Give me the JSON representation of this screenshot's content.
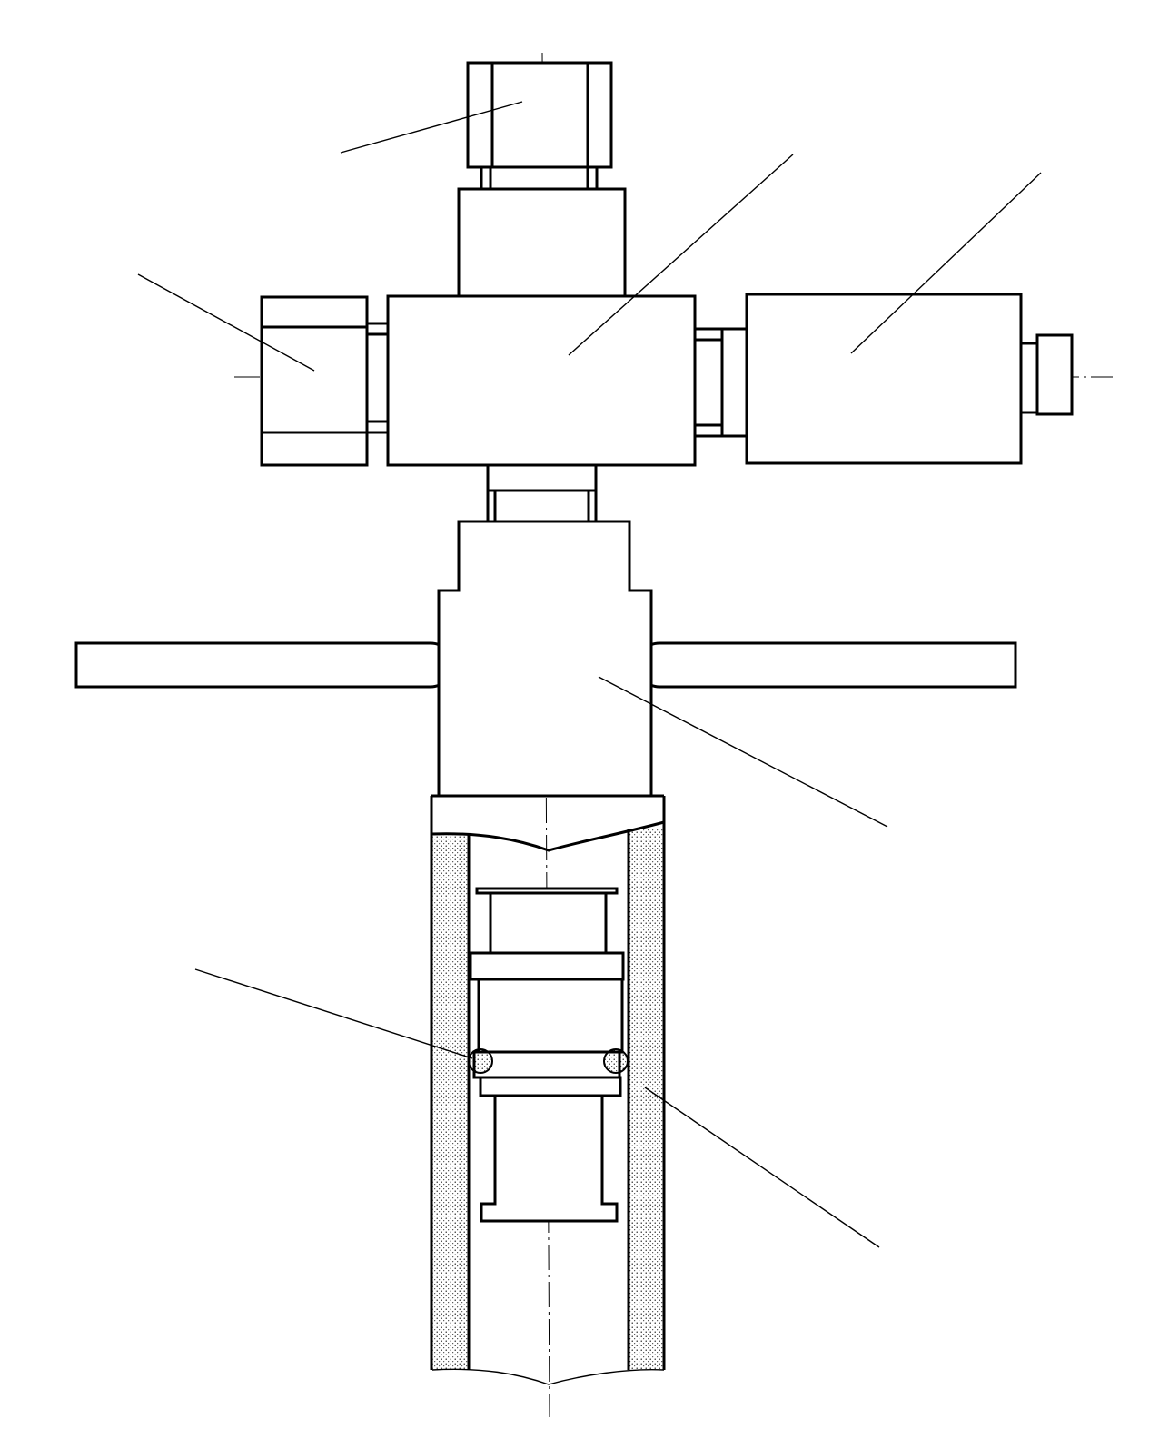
{
  "drawing": {
    "parts": [
      "top-cap-nut",
      "upper-neck",
      "central-body",
      "left-union-nut",
      "right-cylinder",
      "right-end-plug",
      "lower-stepped-body",
      "left-handle",
      "right-handle",
      "outer-tube",
      "inner-plunger",
      "o-ring"
    ],
    "leader_count": 7,
    "colors": {
      "line": "#000000",
      "background": "#ffffff",
      "hatch": "#000000"
    }
  }
}
